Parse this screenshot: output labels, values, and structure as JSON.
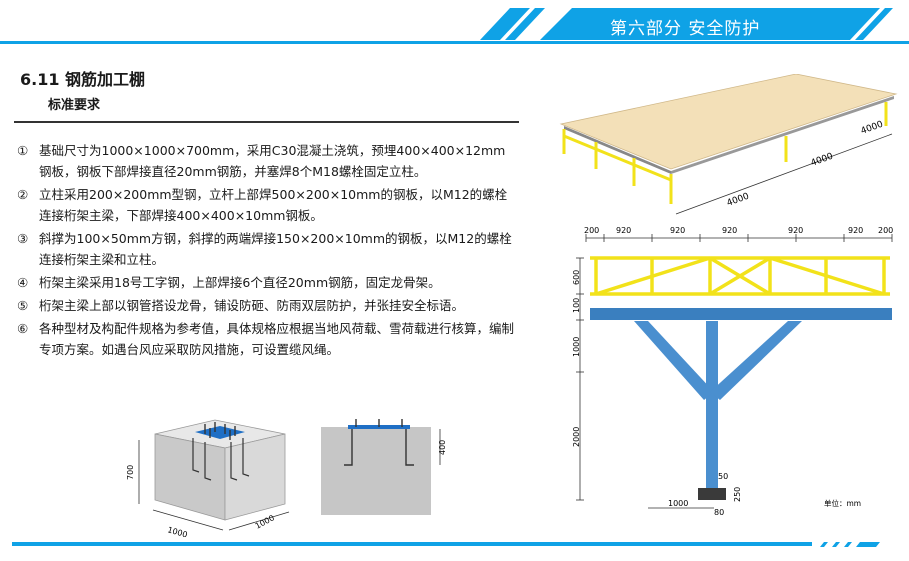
{
  "header": {
    "part_title": "第六部分  安全防护",
    "accent": "#0fa2e6"
  },
  "section": {
    "title": "6.11  钢筋加工棚",
    "subtitle": "标准要求"
  },
  "items": [
    {
      "num": "①",
      "text": "基础尺寸为1000×1000×700mm，采用C30混凝土浇筑，预埋400×400×12mm钢板，钢板下部焊接直径20mm钢筋，并塞焊8个M18螺栓固定立柱。"
    },
    {
      "num": "②",
      "text": "立柱采用200×200mm型钢，立杆上部焊500×200×10mm的钢板，以M12的螺栓连接桁架主梁，下部焊接400×400×10mm钢板。"
    },
    {
      "num": "③",
      "text": "斜撑为100×50mm方钢，斜撑的两端焊接150×200×10mm的钢板，以M12的螺栓连接桁架主梁和立柱。"
    },
    {
      "num": "④",
      "text": "桁架主梁采用18号工字钢，上部焊接6个直径20mm钢筋，固定龙骨架。"
    },
    {
      "num": "⑤",
      "text": "桁架主梁上部以钢管搭设龙骨，铺设防砸、防雨双层防护，并张挂安全标语。"
    },
    {
      "num": "⑥",
      "text": "各种型材及构配件规格为参考值，具体规格应根据当地风荷载、雪荷载进行核算，编制专项方案。如遇台风应采取防风措施，可设置缆风绳。"
    }
  ],
  "foundation": {
    "height": "700",
    "width_a": "1000",
    "width_b": "1000",
    "section_depth": "400"
  },
  "shed3d": {
    "dim_a": "4000",
    "dim_b": "4000",
    "dim_c": "4000"
  },
  "elevation": {
    "top_dims": [
      "200",
      "920",
      "920",
      "920",
      "920",
      "920",
      "200"
    ],
    "left_600": "600",
    "left_100": "100",
    "left_1000": "1000",
    "left_2000": "2000",
    "dim_50": "50",
    "dim_250": "250",
    "bottom_1000": "1000",
    "bottom_80": "80",
    "unit": "单位：mm"
  }
}
